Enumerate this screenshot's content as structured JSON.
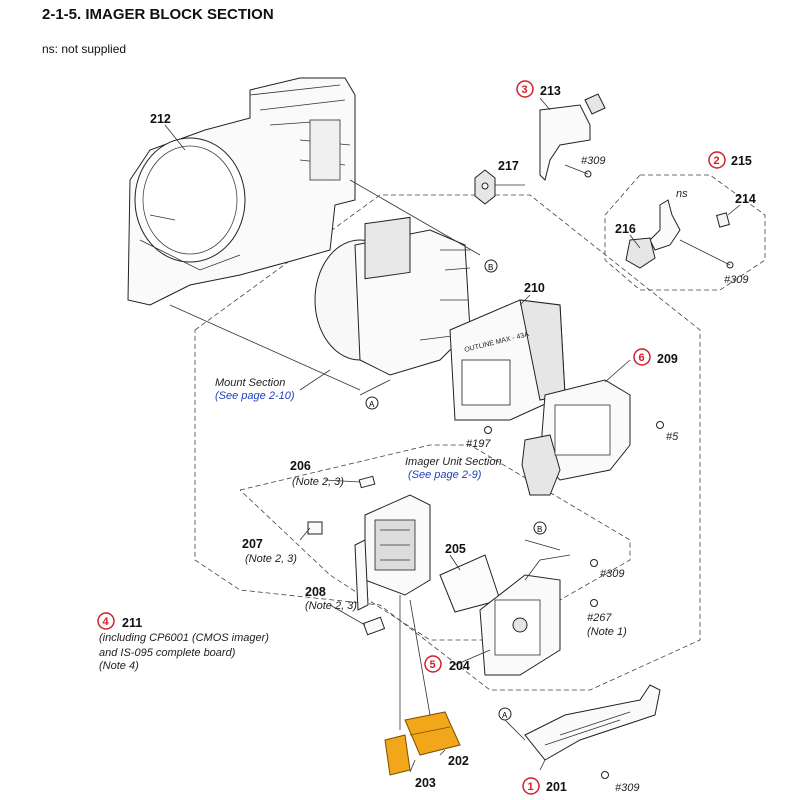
{
  "header": {
    "title": "2-1-5. IMAGER BLOCK SECTION",
    "legend": "ns: not supplied"
  },
  "colors": {
    "reference_circle": "#d0202a",
    "highlight_part": "#f2a71b",
    "link_text": "#1a3fbf"
  },
  "parts": {
    "p201": "201",
    "p202": "202",
    "p203": "203",
    "p204": "204",
    "p205": "205",
    "p206": "206",
    "p207": "207",
    "p208": "208",
    "p209": "209",
    "p210": "210",
    "p211": "211",
    "p212": "212",
    "p213": "213",
    "p214": "214",
    "p215": "215",
    "p216": "216",
    "p217": "217"
  },
  "refs": {
    "r1": "1",
    "r2": "2",
    "r3": "3",
    "r4": "4",
    "r5": "5",
    "r6": "6"
  },
  "notes": {
    "n206": "(Note 2, 3)",
    "n207": "(Note 2, 3)",
    "n208": "(Note 2, 3)",
    "n211_line1": "(including CP6001 (CMOS imager)",
    "n211_line2": "and IS-095 complete board)",
    "n211_line3": "(Note 4)",
    "n267": "(Note 1)",
    "ns": "ns"
  },
  "screws": {
    "s309_a": "#309",
    "s309_b": "#309",
    "s309_c": "#309",
    "s309_d": "#309",
    "s267": "#267",
    "s197": "#197",
    "s5": "#5"
  },
  "sections": {
    "mount_label": "Mount Section",
    "mount_link": "(See page 2-10)",
    "imager_label": "Imager Unit Section",
    "imager_link": "(See page 2-9)"
  },
  "markers": {
    "a1": "A",
    "a2": "A",
    "b1": "B",
    "b2": "B"
  },
  "component_text": {
    "outline_label": "OUTLINE MAX - 43A"
  }
}
